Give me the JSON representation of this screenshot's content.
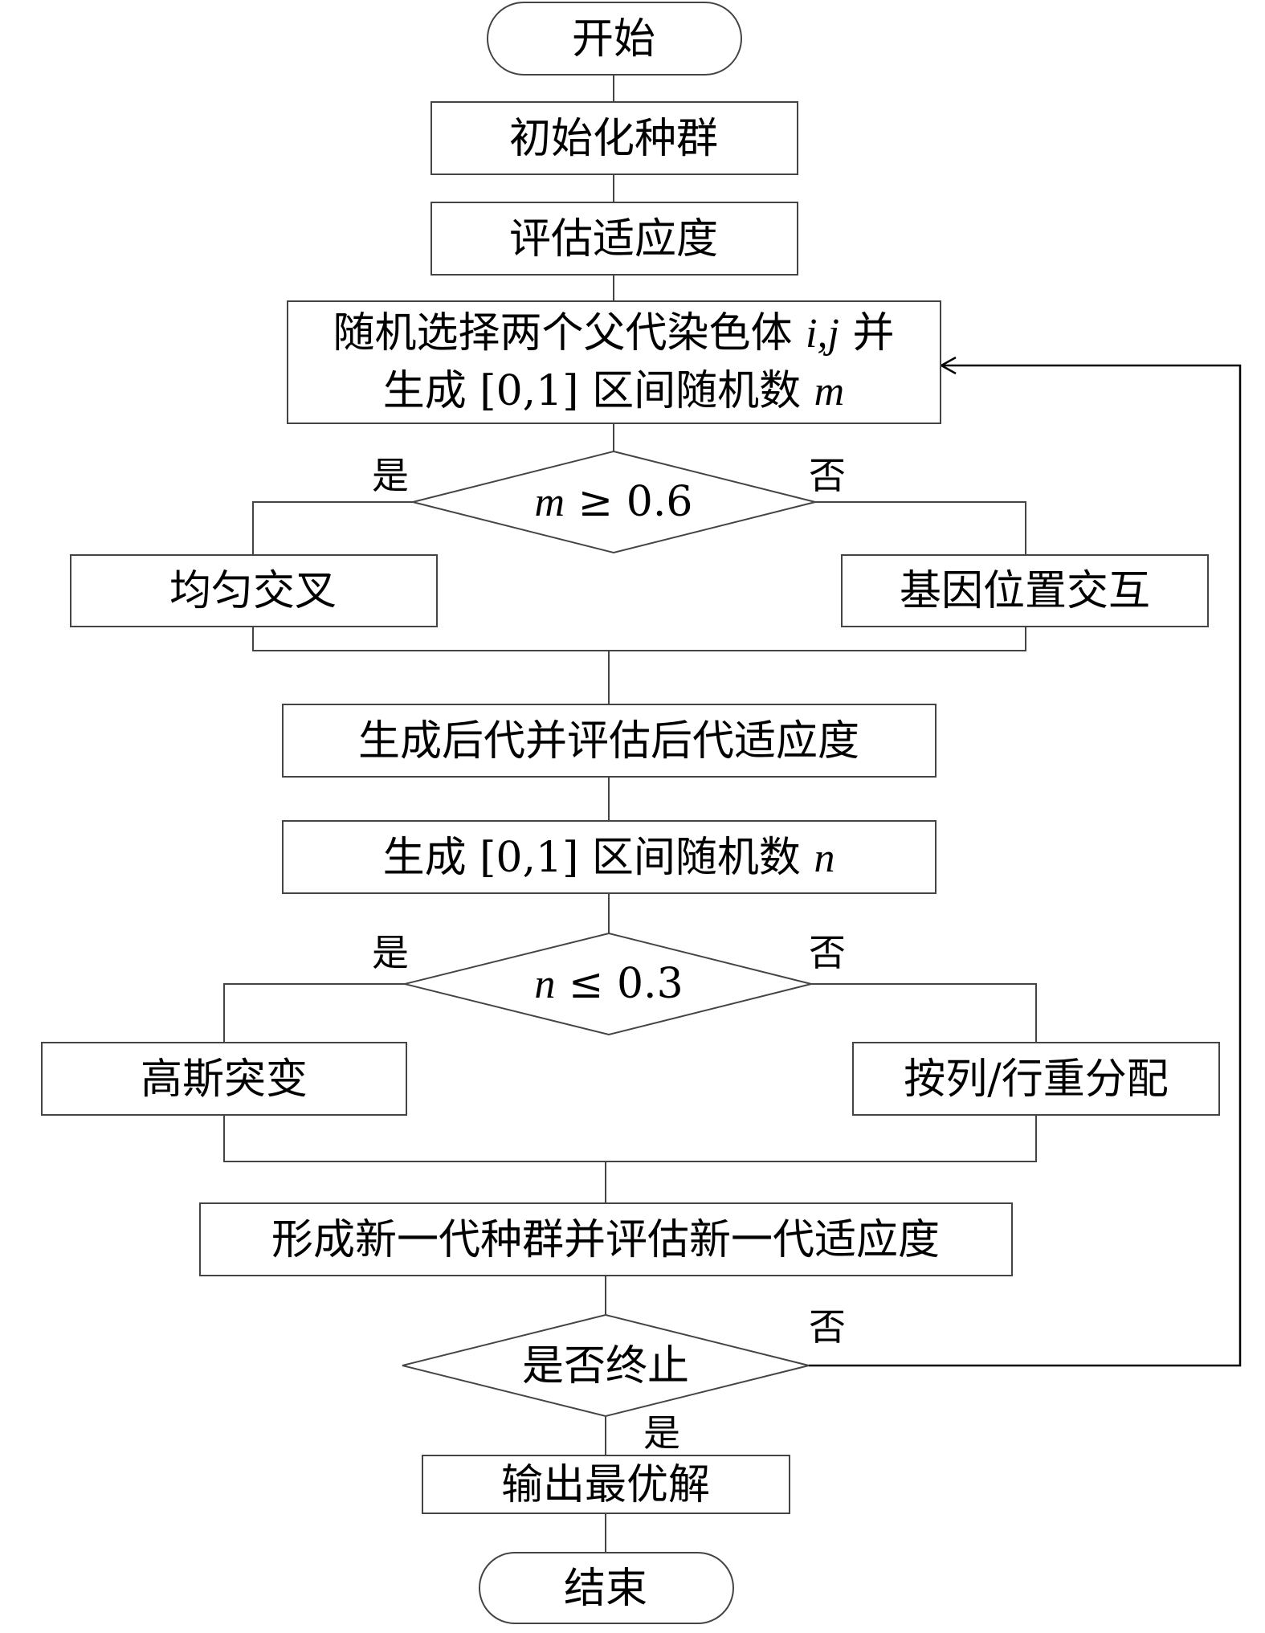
{
  "flowchart": {
    "start": {
      "label": "开始"
    },
    "end": {
      "label": "结束"
    },
    "steps": {
      "init_population": "初始化种群",
      "evaluate_fitness": "评估适应度",
      "select_parents_line1_prefix": "随机选择两个父代染色体",
      "select_parents_line1_var": "i,j",
      "select_parents_line1_suffix": "并",
      "select_parents_line2_prefix": "生成 [0,1] 区间随机数",
      "select_parents_line2_var": "m",
      "uniform_crossover": "均匀交叉",
      "gene_position_swap": "基因位置交互",
      "generate_offspring": "生成后代并评估后代适应度",
      "random_n_prefix": "生成 [0,1] 区间随机数",
      "random_n_var": "n",
      "gaussian_mutation": "高斯突变",
      "column_row_reassign": "按列/行重分配",
      "new_generation": "形成新一代种群并评估新一代适应度",
      "output_best": "输出最优解"
    },
    "decisions": {
      "crossover_var": "m",
      "crossover_cond": "≥ 0.6",
      "mutation_var": "n",
      "mutation_cond": "≤ 0.3",
      "terminate": "是否终止"
    },
    "branch_labels": {
      "yes": "是",
      "no": "否"
    }
  }
}
